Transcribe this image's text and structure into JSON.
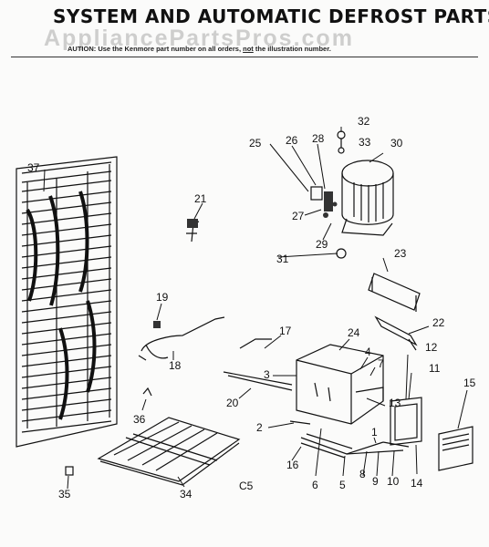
{
  "header": {
    "title": "SYSTEM AND AUTOMATIC DEFROST PARTS",
    "caution_prefix": "AUTION: Use the Kenmore part number on all orders,",
    "caution_not": "not",
    "caution_suffix": "the illustration number."
  },
  "watermark": "AppliancePartsPros.com",
  "figure_code": "C5",
  "callouts": [
    "32",
    "33",
    "30",
    "25",
    "26",
    "28",
    "21",
    "27",
    "29",
    "31",
    "37",
    "23",
    "19",
    "17",
    "24",
    "22",
    "18",
    "3",
    "4",
    "7",
    "12",
    "11",
    "15",
    "20",
    "13",
    "36",
    "2",
    "1",
    "16",
    "6",
    "5",
    "8",
    "9",
    "10",
    "14",
    "35",
    "34"
  ]
}
